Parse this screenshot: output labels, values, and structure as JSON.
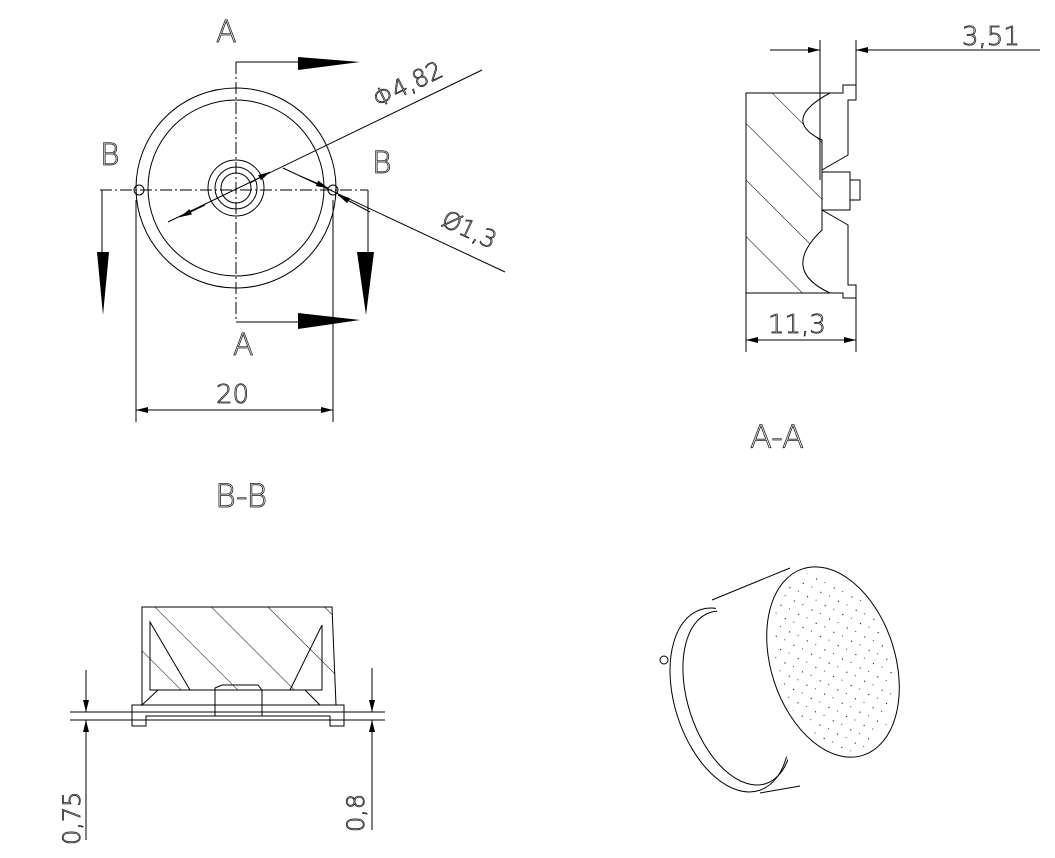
{
  "front_view": {
    "section_a_top": "A",
    "section_a_bottom": "A",
    "section_b_left": "B",
    "section_b_right": "B",
    "dia_large": "Φ4,82",
    "dia_small": "Ø1,3",
    "width_dim": "20"
  },
  "section_aa": {
    "top_dim": "3,51",
    "length_dim": "11,3",
    "title": "A-A"
  },
  "section_bb": {
    "title": "B-B",
    "left_dim": "0,75",
    "right_dim": "0,8"
  }
}
